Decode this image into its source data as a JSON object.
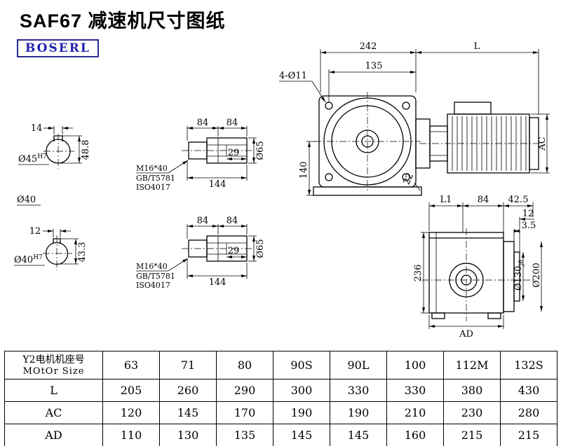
{
  "title": "SAF67 减速机尺寸图纸",
  "logo": "BOSERL",
  "colors": {
    "line": "#000000",
    "logo_text": "#2222b0",
    "logo_border": "#2a2a8f"
  },
  "views": {
    "front": {
      "dim_242": "242",
      "dim_L": "L",
      "dim_135": "135",
      "holes_label": "4-Ø11",
      "dim_140": "140",
      "dim_22": "22",
      "dim_AC": "AC"
    },
    "side": {
      "dim_L1": "L1",
      "dim_84": "84",
      "dim_42_5": "42.5",
      "dim_12": "12",
      "dim_3_5": "3.5",
      "dim_236": "236",
      "dia_130": "Ø130",
      "dia_130_tol": "j6",
      "dia_200": "Ø200",
      "dim_AD": "AD"
    },
    "shaft_end_1": {
      "key_width": "14",
      "dia": "Ø45",
      "dia_tol": "H7",
      "depth": "48.8",
      "dia_below": "Ø40"
    },
    "shaft_end_2": {
      "key_width": "12",
      "dia": "Ø40",
      "dia_tol": "H7",
      "depth": "43.3"
    },
    "shaft_detail": {
      "dim_seg1": "84",
      "dim_seg2": "84",
      "dim_bore": "29",
      "dim_total": "144",
      "dia": "Ø65",
      "thread": "M16*40",
      "standard1": "GB/T5781",
      "standard2": "ISO4017"
    }
  },
  "table": {
    "col0_line1": "Y2电机机座号",
    "col0_line2": "MOtOr Size",
    "header": [
      "63",
      "71",
      "80",
      "90S",
      "90L",
      "100",
      "112M",
      "132S"
    ],
    "rows": [
      {
        "label": "L",
        "values": [
          "205",
          "260",
          "290",
          "300",
          "330",
          "330",
          "380",
          "430"
        ]
      },
      {
        "label": "AC",
        "values": [
          "120",
          "145",
          "170",
          "190",
          "190",
          "210",
          "230",
          "280"
        ]
      },
      {
        "label": "AD",
        "values": [
          "110",
          "130",
          "135",
          "145",
          "145",
          "160",
          "215",
          "215"
        ]
      }
    ]
  }
}
